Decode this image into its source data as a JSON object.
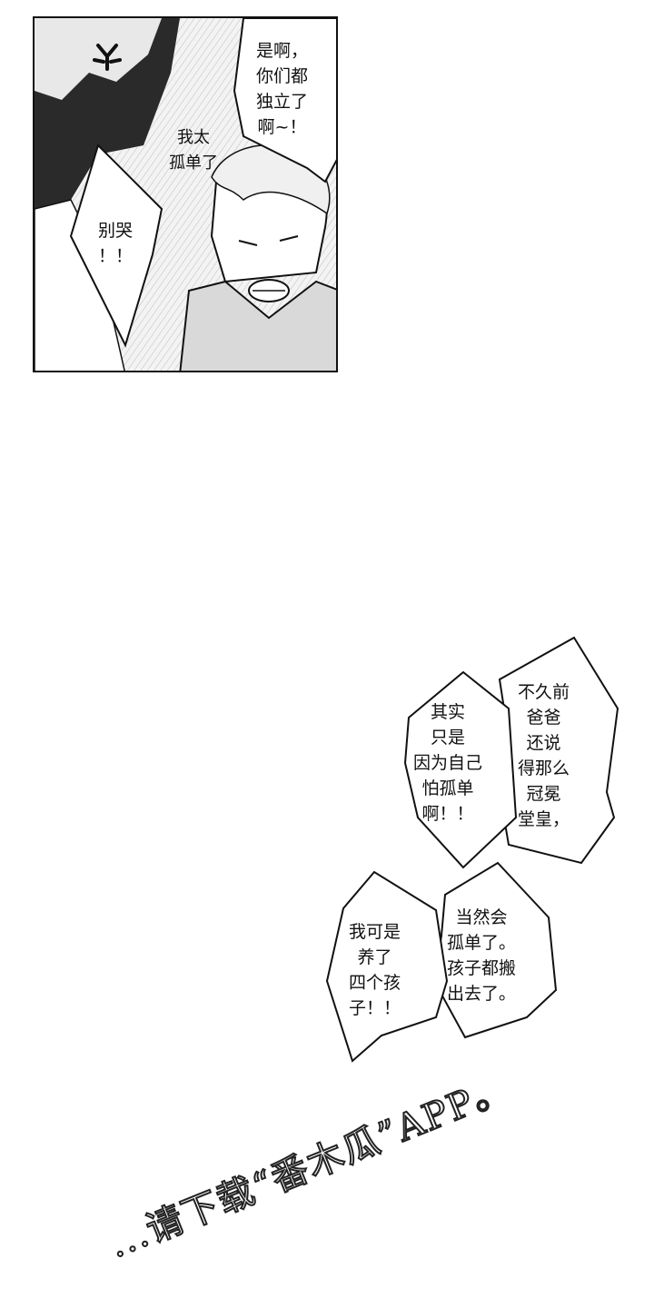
{
  "panel": {
    "bubbles": {
      "father_right": "是啊，\n你们都\n独立了\n啊~！",
      "father_thought": "我太\n孤单了",
      "son_left": "别哭\n！！"
    }
  },
  "dialogue": {
    "bubble_1": "不久前\n爸爸\n还说\n得那么\n冠冕\n堂皇，",
    "bubble_2": "其实\n只是\n因为自己\n怕孤单\n啊！！",
    "bubble_3": "当然会\n孤单了。\n孩子都搬\n出去了。",
    "bubble_4": "我可是\n养了\n四个孩\n子！！"
  },
  "watermark": {
    "text": "...请下载“番木瓜”APP。"
  },
  "icons": [
    "anger-mark-icon"
  ]
}
